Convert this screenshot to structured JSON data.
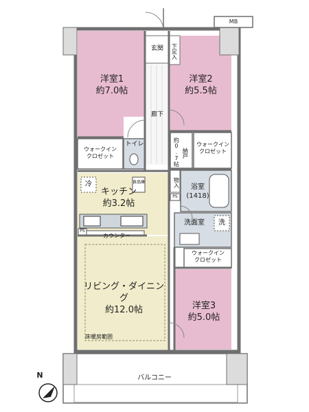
{
  "colors": {
    "bedroom": "#e8bcd0",
    "ldk": "#f1eccb",
    "wet": "#d6dde4",
    "wall": "#6f6f6f",
    "column": "#dcdcdc",
    "floor_heating_border": "#8b8b6a"
  },
  "rooms": {
    "bedroom1": "洋室1\n約7.0帖",
    "bedroom2": "洋室2\n約5.5帖",
    "bedroom3": "洋室3\n約5.0帖",
    "kitchen": "キッチン\n約3.2帖",
    "living": "リビング・ダイニング\n約12.0帖",
    "bath": "浴室\n(1418)",
    "washroom": "洗面室"
  },
  "labels": {
    "genkan": "玄関",
    "geta": "下足入",
    "corridor": "廊下",
    "storage": "約0.7帖",
    "nando": "納戸",
    "walkin1": "ウォークイン\nクロゼット",
    "walkin2": "ウォークイン\nクロゼット",
    "walkin3": "ウォークイン\nクロゼット",
    "toilet": "トイレ",
    "monoire": "物入",
    "fridge": "冷",
    "washer": "洗",
    "ps1": "PS",
    "ps2": "PS",
    "counter": "カウンター",
    "floor_heating": "床暖房範囲",
    "balcony": "バルコニー",
    "mb": "MB",
    "food_storage": "食品庫",
    "north": "N"
  }
}
